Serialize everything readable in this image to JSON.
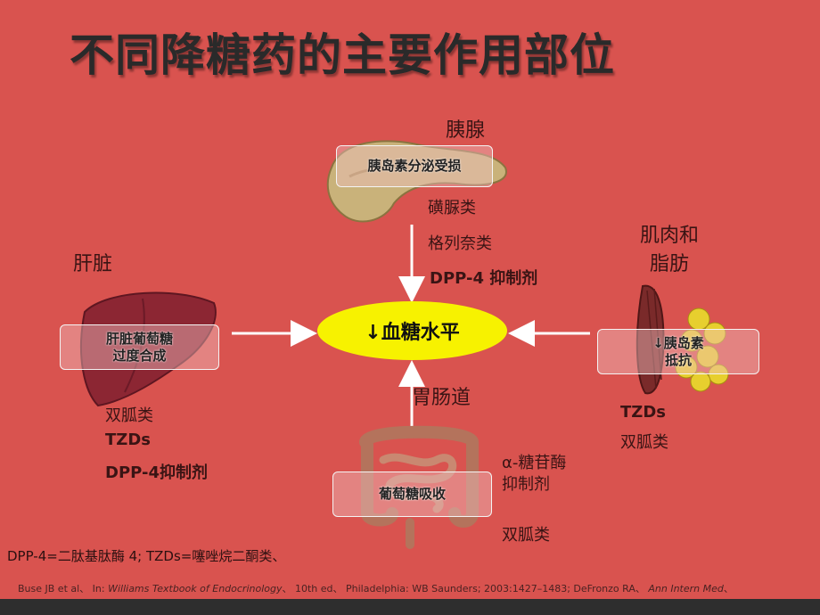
{
  "title": "不同降糖药的主要作用部位",
  "pancreas": {
    "label": "胰腺",
    "box_text": "胰岛素分泌受损",
    "drugs": [
      "磺脲类",
      "格列奈类",
      "DPP-4 抑制剂"
    ]
  },
  "liver": {
    "label": "肝脏",
    "box_line1": "肝脏葡萄糖",
    "box_line2": "过度合成",
    "drugs": [
      "双胍类",
      "TZDs",
      "DPP-4抑制剂"
    ]
  },
  "muscle": {
    "label_line1": "肌肉和",
    "label_line2": "脂肪",
    "box_line1": "↓胰岛素",
    "box_line2": "抵抗",
    "drugs": [
      "TZDs",
      "双胍类"
    ]
  },
  "gut": {
    "label": "胃肠道",
    "box_text": "葡萄糖吸收",
    "drug_line1": "α-糖苷酶",
    "drug_line2": "抑制剂",
    "drug_extra": "双胍类"
  },
  "center": {
    "text": "↓血糖水平"
  },
  "footnote": "DPP-4=二肽基肽酶 4; TZDs=噻唑烷二酮类、",
  "reference": {
    "part1": "Buse JB et al、  In: ",
    "book": "Williams Textbook of Endocrinology",
    "part2": "、  10th ed、  Philadelphia: WB Saunders; 2003:1427–1483; DeFronzo RA、  ",
    "journal": "Ann Intern Med",
    "part3": "、"
  },
  "colors": {
    "background": "#d9534f",
    "center_oval": "#f7f200",
    "arrow": "#ffffff"
  }
}
